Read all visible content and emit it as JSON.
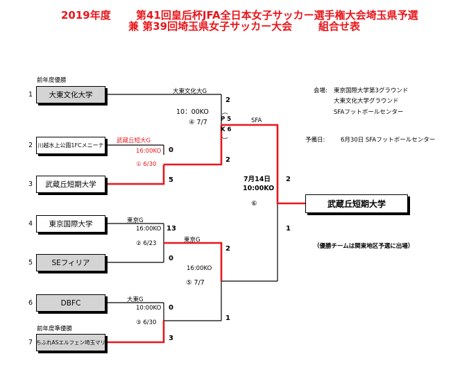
{
  "title": {
    "line1_left": "2019年度",
    "line1_right": "第41回皇后杯JFA全日本女子サッカー選手権大会埼玉県予選",
    "line2_left": "兼 第39回埼玉県女子サッカー大会",
    "line2_right": "組合せ表"
  },
  "labels": {
    "prev_winner": "前年度優勝",
    "prev_runner_up": "前年度準優勝"
  },
  "teams": [
    {
      "seed": "1",
      "name": "大東文化大学"
    },
    {
      "seed": "2",
      "name": "川越水上公園1FCメニーナ"
    },
    {
      "seed": "3",
      "name": "武蔵丘短期大学"
    },
    {
      "seed": "4",
      "name": "東京国際大学"
    },
    {
      "seed": "5",
      "name": "SEフィリア"
    },
    {
      "seed": "6",
      "name": "DBFC"
    },
    {
      "seed": "7",
      "name": "ちふれASエルフェン埼玉マリ"
    }
  ],
  "matches": {
    "m1": {
      "venue": "武蔵丘短大G",
      "time": "16:00KO",
      "num_date": "① 6/30",
      "score_top": "0",
      "score_bottom": "5"
    },
    "m2": {
      "venue": "東京G",
      "time": "16:00KO",
      "num_date": "② 6/23",
      "score_top": "13",
      "score_bottom": "0"
    },
    "m3": {
      "venue": "大東G",
      "time": "10:00KO",
      "num_date": "③ 6/30",
      "score_top": "0",
      "score_bottom": "3"
    },
    "m4": {
      "venue": "大東文化大G",
      "time": "10：00KO",
      "num_date": "④ 7/7",
      "score_top": "2",
      "score_bottom": "2",
      "pk_top": "P 5",
      "pk_bottom": "K 6",
      "paren_open": "︵",
      "paren_close": "︶"
    },
    "m5": {
      "venue": "東京G",
      "time": "16:00KO",
      "num_date": "⑤ 7/7",
      "score_top": "2",
      "score_bottom": "1"
    },
    "final": {
      "venue": "SFA",
      "date": "7月14日",
      "time": "10:00KO",
      "num": "⑥",
      "score_top": "2",
      "score_bottom": "1"
    }
  },
  "champion": "武蔵丘短期大学",
  "info": {
    "venue_label": "会場:",
    "venues": [
      "東京国際大学第3グラウンド",
      "大東文化大学グラウンド",
      "SFAフットボールセンター"
    ],
    "reserve_label": "予備日:",
    "reserve_value": "6月30日 SFAフットボールセンター",
    "note": "（優勝チームは関東地区予選に出場）"
  },
  "colors": {
    "win_path": "#e8161b",
    "line": "#000000",
    "gray_box": "#d4d4d4",
    "title": "#e8161b"
  }
}
